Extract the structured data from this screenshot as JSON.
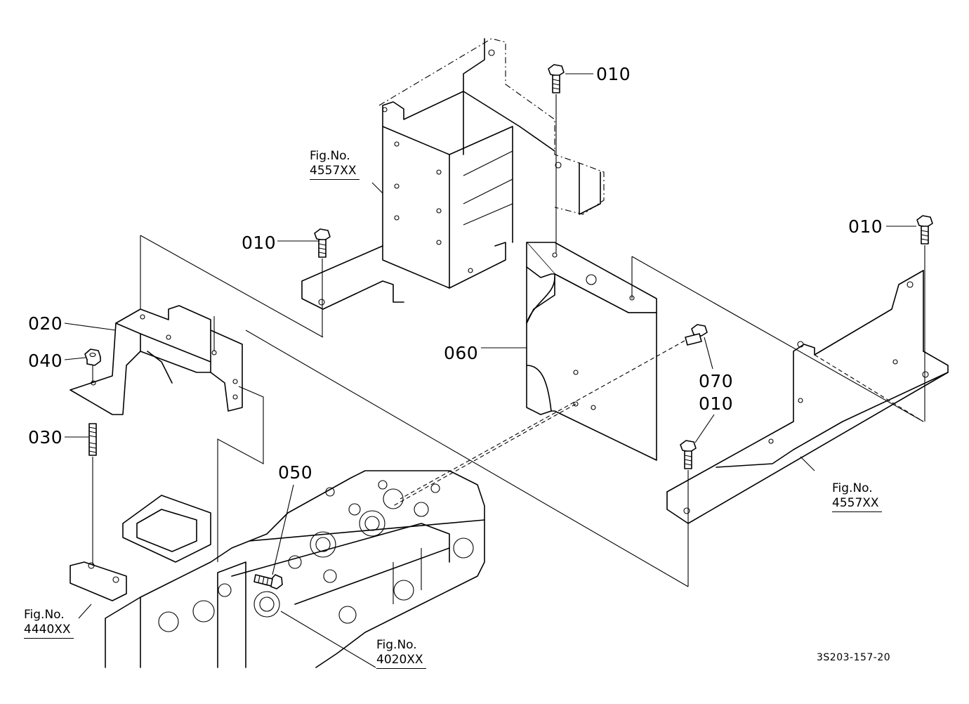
{
  "callouts": {
    "c010_top": "010",
    "c010_left": "010",
    "c010_right": "010",
    "c010_mid": "010",
    "c020": "020",
    "c030": "030",
    "c040": "040",
    "c050": "050",
    "c060": "060",
    "c070": "070"
  },
  "figure_refs": {
    "top_caption": "Fig.No.",
    "top_code": "4557XX",
    "right_caption": "Fig.No.",
    "right_code": "4557XX",
    "engine_left_caption": "Fig.No.",
    "engine_left_code": "4440XX",
    "engine_center_caption": "Fig.No.",
    "engine_center_code": "4020XX"
  },
  "document_id": "3S203-157-20",
  "icons": [
    "bolt-icon",
    "nut-icon",
    "stud-icon",
    "bracket-icon",
    "plate-icon"
  ]
}
